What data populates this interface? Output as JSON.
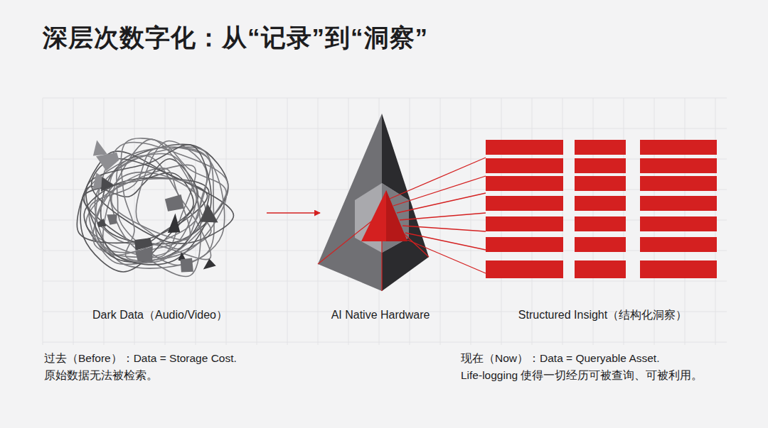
{
  "diagram": {
    "title": "深层次数字化：从“记录”到“洞察”",
    "nodes": [
      {
        "text": [
          "Dark Data（Audio/Video）"
        ]
      },
      {
        "text": [
          "AI Native Hardware"
        ]
      },
      {
        "text": [
          "Structured Insight（结构化洞察）"
        ]
      }
    ],
    "edges": [
      {
        "from": 0,
        "to": 1,
        "arrow": "to"
      }
    ],
    "labels": [
      "过去（Before）：Data = Storage Cost.",
      "原始数据无法被检索。",
      "现在（Now）：Data = Queryable Asset.",
      "Life-logging 使得一切经历可被查询、可被利用。"
    ]
  }
}
